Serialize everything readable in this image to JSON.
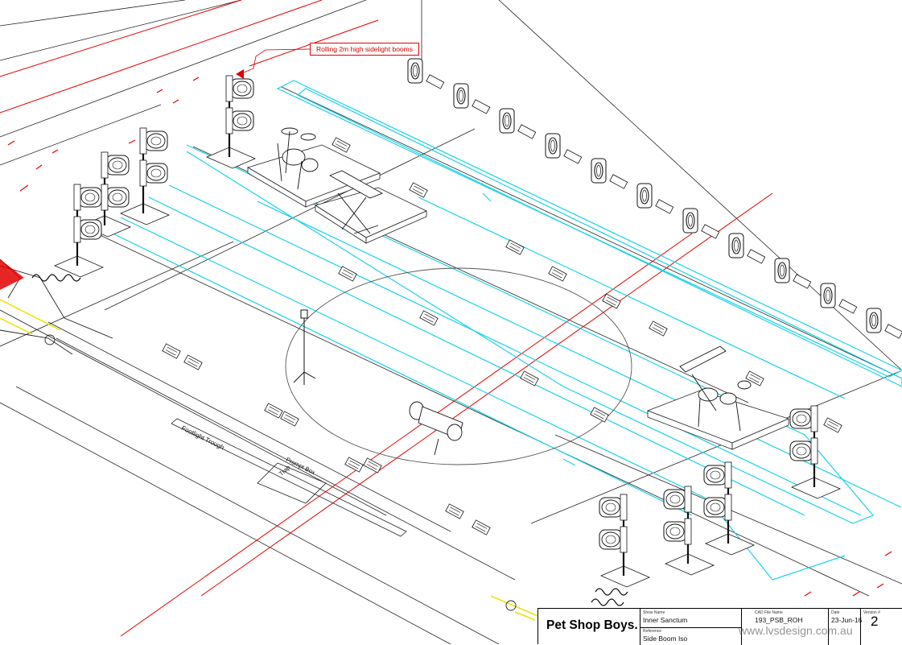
{
  "callout": {
    "text": "Rolling 2m high sidelight booms"
  },
  "labels": {
    "footlight": "Footlight Trough",
    "prompt_box": "Prompt Box",
    "trap": "Trap"
  },
  "title_block": {
    "brand": "Pet Shop Boys.",
    "show_name_label": "Show Name",
    "show_name": "Inner Sanctum",
    "reference_label": "Reference",
    "reference": "Side Boom Iso",
    "cad_label": "CAD File Name",
    "cad_file": "193_PSB_ROH",
    "date_label": "Date",
    "date": "23-Jun-16",
    "version_label": "Version #",
    "version": "2"
  },
  "watermark": "www.lvsdesign.com.au",
  "colors": {
    "cyan": "#19d3e8",
    "red": "#e20000",
    "yellow": "#f0e000",
    "line": "#1a1a1a"
  }
}
